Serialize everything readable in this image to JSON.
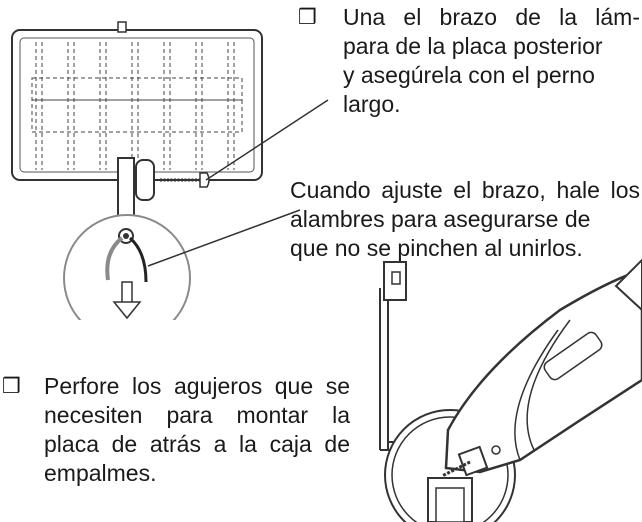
{
  "checkbox_glyph": "❒",
  "step1": {
    "lines": [
      "Una el brazo de la lám-",
      "para de la placa posterior",
      "y asegúrela con el perno",
      "largo."
    ]
  },
  "note": {
    "lines": [
      "Cuando ajuste el brazo, hale los",
      "alambres para asegurarse de",
      "que no se pinchen al unirlos."
    ]
  },
  "step2": {
    "lines": [
      "Perfore los agujeros que se",
      "necesiten para montar la",
      "placa de atrás a la caja de",
      "empalmes."
    ]
  },
  "colors": {
    "ink": "#1a1a1a",
    "gray": "#8a8a8a"
  }
}
